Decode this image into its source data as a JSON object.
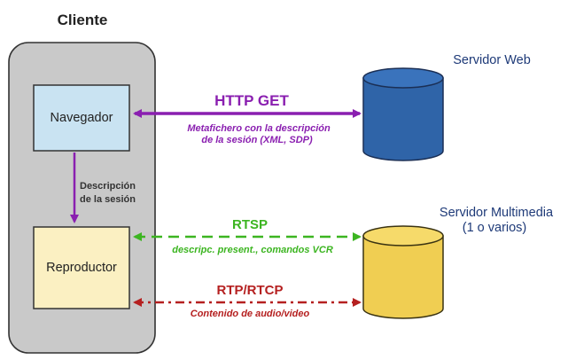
{
  "client": {
    "title": "Cliente"
  },
  "boxes": {
    "browser": "Navegador",
    "player": "Reproductor"
  },
  "servers": {
    "web": "Servidor Web",
    "media_line1": "Servidor Multimedia",
    "media_line2": "(1 o varios)"
  },
  "links": {
    "http": {
      "title": "HTTP GET",
      "line1": "Metafichero con la descripción",
      "line2": "de la sesión  (XML, SDP)",
      "color": "#8a1fb0"
    },
    "internal": {
      "line1": "Descripción",
      "line2": "de la sesión",
      "color": "#8a1fb0"
    },
    "rtsp": {
      "title": "RTSP",
      "subtitle": "descripc. present., comandos VCR",
      "color": "#3cb521"
    },
    "rtp": {
      "title": "RTP/RTCP",
      "subtitle": "Contenido de audio/video",
      "color": "#b52020"
    }
  },
  "colors": {
    "client_fill": "#c9c9c9",
    "box_fill": "#c9e3f2",
    "player_fill": "#fbf0c2",
    "web_db": "#2f64a8",
    "web_db_top": "#3a73bc",
    "media_db": "#f0ce52",
    "media_db_top": "#f6da6a",
    "server_text": "#1e3a78"
  }
}
